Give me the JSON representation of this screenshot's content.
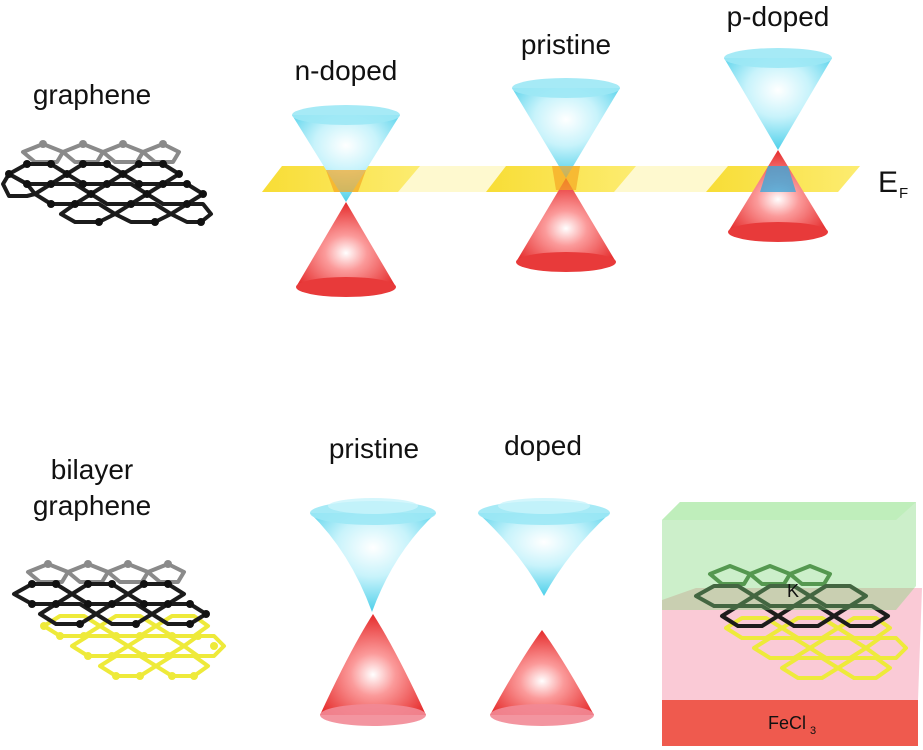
{
  "labels": {
    "graphene": "graphene",
    "n_doped": "n-doped",
    "pristine_top": "pristine",
    "p_doped": "p-doped",
    "fermi_main": "E",
    "fermi_sub": "F",
    "bilayer_line1": "bilayer",
    "bilayer_line2": "graphene",
    "pristine_bottom": "pristine",
    "doped": "doped",
    "intercalant": "K",
    "substrate_main": "FeCl",
    "substrate_sub": "3"
  },
  "colors": {
    "conduction_cone": "#7fe3f2",
    "valence_cone": "#f04848",
    "fermi_plane": "#fbe23a",
    "carbon_top": "#888888",
    "carbon_bottom": "#1a1a1a",
    "carbon_second_layer": "#f3f04a",
    "potassium_layer": "#a8e6a0",
    "fecl3_layer": "#f27a84"
  }
}
